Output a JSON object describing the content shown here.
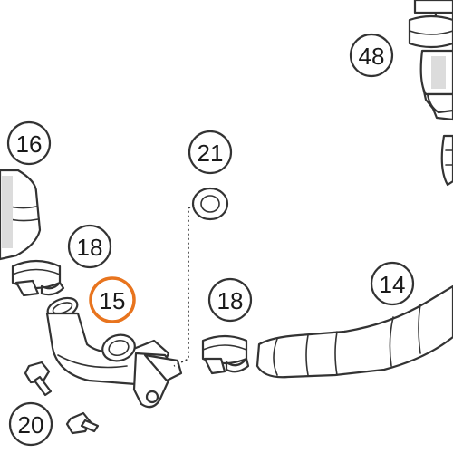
{
  "callouts": {
    "c16": "16",
    "c21": "21",
    "c48": "48",
    "c18a": "18",
    "c15": "15",
    "c18b": "18",
    "c14": "14",
    "c20": "20"
  },
  "highlighted_callout": "15",
  "colors": {
    "highlight": "#e8741e",
    "line": "#333333",
    "shade": "#dcdcdc"
  }
}
